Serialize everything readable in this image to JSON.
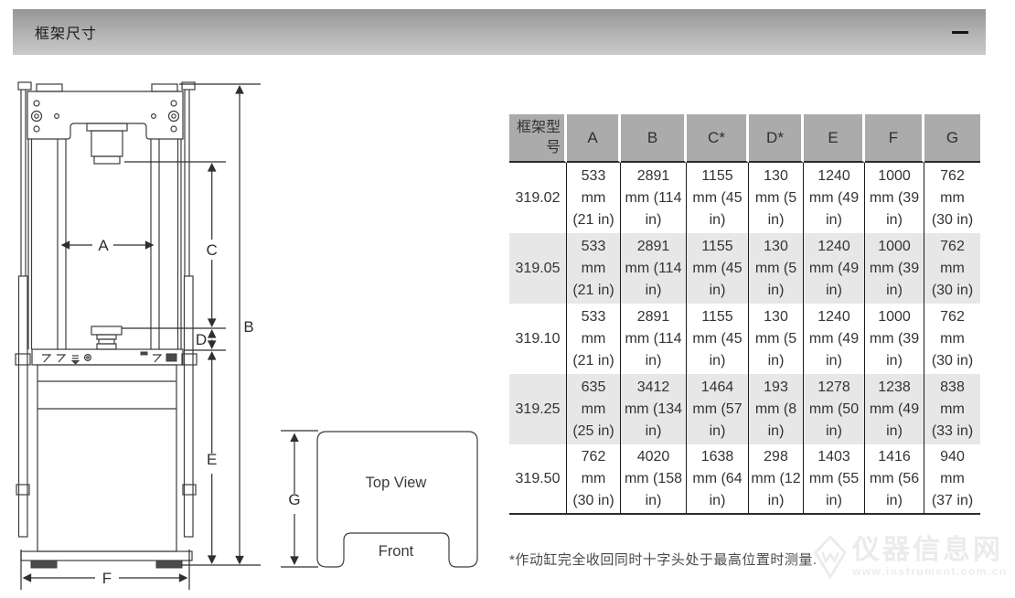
{
  "panel": {
    "title": "框架尺寸",
    "collapse_icon": "minus"
  },
  "diagram": {
    "labels": {
      "A": "A",
      "B": "B",
      "C": "C",
      "D": "D",
      "E": "E",
      "F": "F",
      "G": "G"
    },
    "top_view": "Top View",
    "front": "Front"
  },
  "table": {
    "headers": [
      "框架型号",
      "A",
      "B",
      "C*",
      "D*",
      "E",
      "F",
      "G"
    ],
    "rows": [
      {
        "model": "319.02",
        "values": [
          "533 mm (21 in)",
          "2891 mm (114 in)",
          "1155 mm (45 in)",
          "130 mm (5 in)",
          "1240 mm (49 in)",
          "1000 mm (39 in)",
          "762 mm (30 in)"
        ]
      },
      {
        "model": "319.05",
        "values": [
          "533 mm (21 in)",
          "2891 mm (114 in)",
          "1155 mm (45 in)",
          "130 mm (5 in)",
          "1240 mm (49 in)",
          "1000 mm (39 in)",
          "762 mm (30 in)"
        ]
      },
      {
        "model": "319.10",
        "values": [
          "533 mm (21 in)",
          "2891 mm (114 in)",
          "1155 mm (45 in)",
          "130 mm (5 in)",
          "1240 mm (49 in)",
          "1000 mm (39 in)",
          "762 mm (30 in)"
        ]
      },
      {
        "model": "319.25",
        "values": [
          "635 mm (25 in)",
          "3412 mm (134 in)",
          "1464 mm (57 in)",
          "193 mm (8 in)",
          "1278 mm (50 in)",
          "1238 mm (49 in)",
          "838 mm (33 in)"
        ]
      },
      {
        "model": "319.50",
        "values": [
          "762 mm (30 in)",
          "4020 mm (158 in)",
          "1638 mm (64 in)",
          "298 mm (12 in)",
          "1403 mm (55 in)",
          "1416 mm (56 in)",
          "940 mm (37 in)"
        ]
      }
    ],
    "footnote": "*作动缸完全收回同时十字头处于最高位置时测量."
  },
  "watermark": {
    "name": "仪器信息网",
    "url": "www.instrument.com.cn"
  },
  "colors": {
    "bar_top": "#969696",
    "bar_bottom": "#c9c9c9",
    "table_header_bg": "#ababab",
    "row_alt_bg": "#e7e7e7",
    "line": "#3c3c3c",
    "text": "#333333"
  }
}
